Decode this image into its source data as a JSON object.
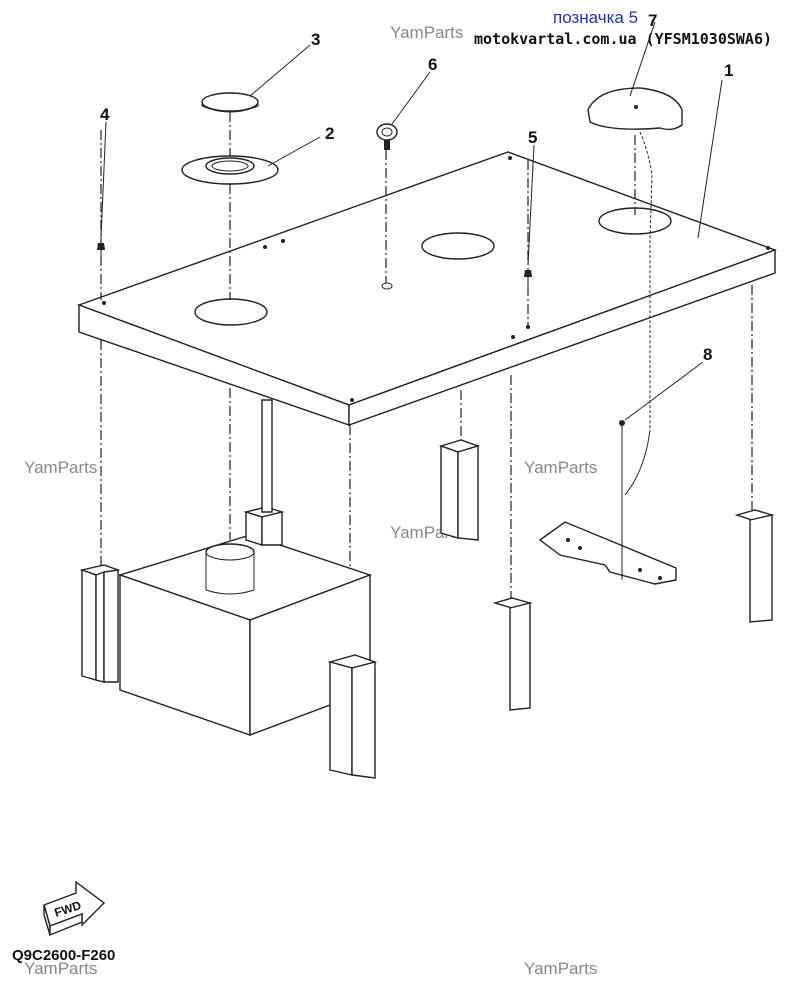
{
  "header": {
    "link_text": "позначка 5",
    "site_text": "motokvartal.com.ua (YFSM1030SWA6)"
  },
  "watermark": "YamParts",
  "callouts": [
    "1",
    "2",
    "3",
    "4",
    "5",
    "6",
    "7",
    "8"
  ],
  "fwd_label": "FWD",
  "diagram_code": "Q9C2600-F260",
  "colors": {
    "link": "#1a2fd6",
    "line": "#222222",
    "watermark": "#888888"
  }
}
